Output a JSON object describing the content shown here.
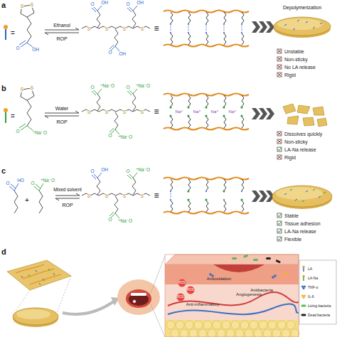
{
  "diagram": {
    "labels": [
      "a",
      "=",
      "S",
      "S",
      "O",
      "OH",
      "Ethanol",
      "ROP",
      "S",
      "S",
      "S",
      "S",
      "O",
      "OH",
      "O",
      "OH",
      "O",
      "OH",
      "≡",
      "Depolymerization",
      "Unstable",
      "Non-sticky",
      "No LA release",
      "Rigid",
      "b",
      "=",
      "S",
      "S",
      "O",
      "⁺Na⁻O",
      "Water",
      "ROP",
      "S",
      "S",
      "S",
      "S",
      "O",
      "⁺Na⁻O",
      "O",
      "⁺Na⁻O",
      "O",
      "⁺Na⁻O",
      "≡",
      "Na⁺",
      "Na⁺",
      "Na⁺",
      "Na⁺",
      "Dissolves quickly",
      "Non-sticky",
      "LA-Na release",
      "Rigid",
      "c",
      "O",
      "HO",
      "+",
      "O",
      "⁺Na⁻O",
      "Mixed solvent",
      "ROP",
      "S",
      "S",
      "S",
      "S",
      "O",
      "OH",
      "O",
      "⁺Na⁻O",
      "O",
      "⁺Na⁻O",
      "≡",
      "Stable",
      "Tissue adhesion",
      "LA-Na release",
      "Flexible",
      "d",
      "ROS",
      "ROS",
      "ROS",
      "Antioxidation",
      "Antibacteria",
      "Anti-inflammatory",
      "Angiogenesis"
    ],
    "legend": [
      {
        "text": "LA"
      },
      {
        "text": "LA-Na"
      },
      {
        "text": "TNF-α"
      },
      {
        "text": "IL-6"
      },
      {
        "text": "Living bacteria"
      },
      {
        "text": "Dead bacteria"
      }
    ]
  }
}
